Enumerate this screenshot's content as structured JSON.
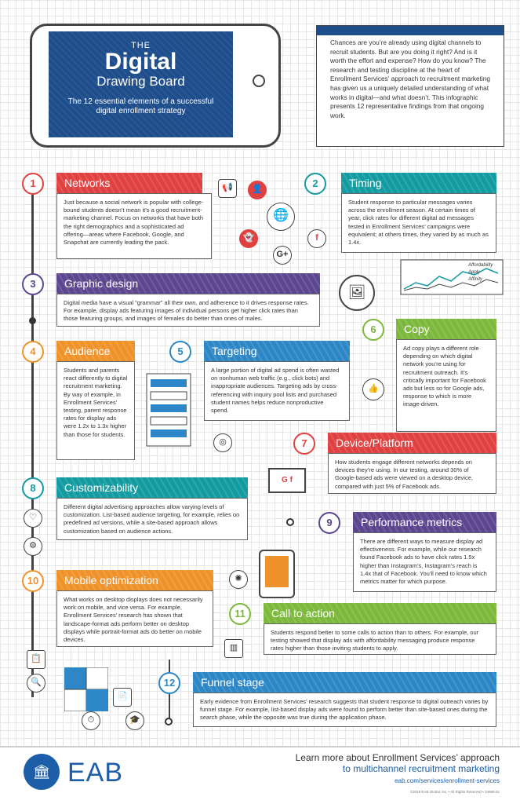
{
  "title": {
    "the": "THE",
    "main": "Digital",
    "sub": "Drawing Board",
    "tagline": "The 12 essential elements of a successful digital enrollment strategy"
  },
  "intro": "Chances are you’re already using digital channels to recruit students. But are you doing it right? And is it worth the effort and expense? How do you know? The research and testing discipline at the heart of Enrollment Services’ approach to recruitment marketing has given us a uniquely detailed understanding of what works in digital—and what doesn’t. This infographic presents 12 representative findings from that ongoing work.",
  "sections": [
    {
      "num": "1",
      "title": "Networks",
      "color": "#e04040",
      "text": "Just because a social network is popular with college-bound students doesn’t mean it’s a good recruitment-marketing channel. Focus on networks that have both the right demographics and a sophisticated ad offering—areas where Facebook, Google, and Snapchat are currently leading the pack."
    },
    {
      "num": "2",
      "title": "Timing",
      "color": "#139ba2",
      "text": "Student response to particular messages varies across the enrollment season. At certain times of year, click rates for different digital ad messages tested in Enrollment Services’ campaigns were equivalent; at others times, they varied by as much as 1.4x."
    },
    {
      "num": "3",
      "title": "Graphic design",
      "color": "#5d4690",
      "text": "Digital media have a visual “grammar” all their own, and adherence to it drives response rates. For example, display ads featuring images of individual persons get higher click rates than those featuring groups, and images of females do better than ones of males."
    },
    {
      "num": "4",
      "title": "Audience",
      "color": "#f0922a",
      "text": "Students and parents react differently to digital recruitment marketing. By way of example, in Enrollment Services’ testing, parent response rates for display ads were 1.2x to 1.3x higher than those for students."
    },
    {
      "num": "5",
      "title": "Targeting",
      "color": "#2d87c6",
      "text": "A large portion of digital ad spend is often wasted on nonhuman web traffic (e.g., click bots) and inappropriate audiences. Targeting ads by cross-referencing with inquiry pool lists and purchased student names helps reduce nonproductive spend."
    },
    {
      "num": "6",
      "title": "Copy",
      "color": "#7cb83c",
      "text": "Ad copy plays a different role depending on which digital network you’re using for recruitment outreach. It’s critically important for Facebook ads but less so for Google ads, response to which is more image-driven."
    },
    {
      "num": "7",
      "title": "Device/Platform",
      "color": "#e04040",
      "text": "How students engage different networks depends on devices they’re using. In our testing, around 30% of Google-based ads were viewed on a desktop device, compared with just 5% of Facebook ads."
    },
    {
      "num": "8",
      "title": "Customizability",
      "color": "#139ba2",
      "text": "Different digital advertising approaches allow varying levels of customization. List-based audience targeting, for example, relies on predefined ad versions, while a site-based approach allows customization based on audience actions."
    },
    {
      "num": "9",
      "title": "Performance metrics",
      "color": "#5d4690",
      "text": "There are different ways to measure display ad effectiveness. For example, while our research found Facebook ads to have click rates 1.5x higher than Instagram’s, Instagram’s reach is 1.4x that of Facebook. You’ll need to know which metrics matter for which purpose."
    },
    {
      "num": "10",
      "title": "Mobile optimization",
      "color": "#f0922a",
      "text": "What works on desktop displays does not necessarily work on mobile, and vice versa. For example, Enrollment Services’ research has shown that landscape-format ads perform better on desktop displays while portrait-format ads do better on mobile devices."
    },
    {
      "num": "11",
      "title": "Call to action",
      "color": "#7cb83c",
      "text": "Students respond better to some calls to action than to others. For example, our testing showed that display ads with affordability messaging produce response rates higher than those inviting students to apply."
    },
    {
      "num": "12",
      "title": "Funnel stage",
      "color": "#2d87c6",
      "text": "Early evidence from Enrollment Services’ research suggests that student response to digital outreach varies by funnel stage. For example, list-based display ads were found to perform better than site-based ones during the search phase, while the opposite was true during the application phase."
    }
  ],
  "chart_labels": [
    "Affordability",
    "Apply",
    "Affinity"
  ],
  "footer": {
    "logo": "EAB",
    "line1": "Learn more about Enrollment Services’ approach",
    "line2": "to multichannel recruitment marketing",
    "url": "eab.com/services/enrollment-services",
    "copyright": "©2018 EAB Global, Inc. • All Rights Reserved • 34690-01"
  },
  "icons": [
    "megaphone-icon",
    "user-icon",
    "globe-icon",
    "snapchat-icon",
    "facebook-icon",
    "google-plus-icon",
    "like-icon",
    "target-icon",
    "laptop-icon",
    "heart-icon",
    "gear-icon",
    "phone-icon",
    "chart-icon",
    "clipboard-icon",
    "search-icon",
    "clock-icon",
    "graduation-icon",
    "document-icon"
  ]
}
